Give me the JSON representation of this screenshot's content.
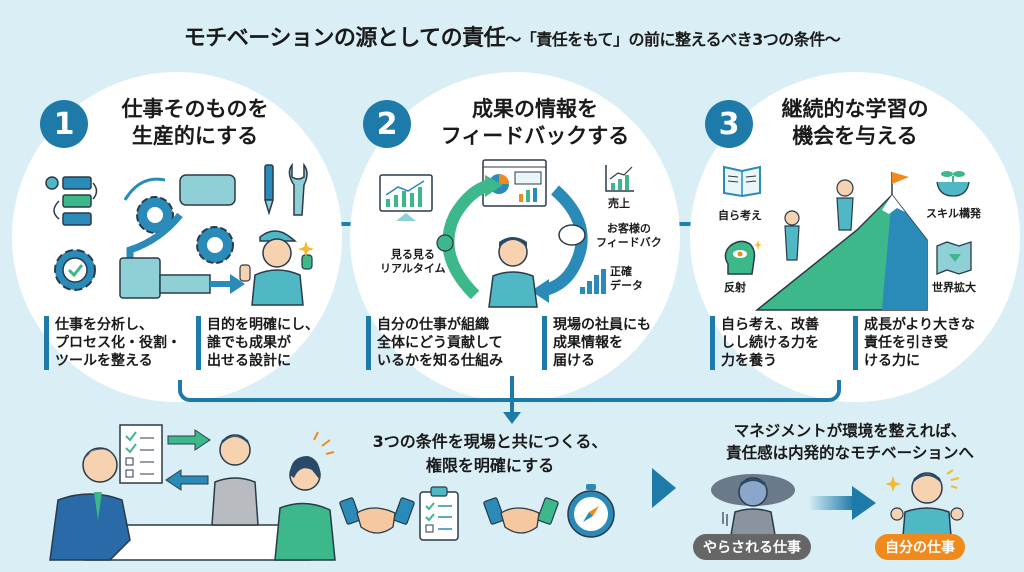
{
  "title": {
    "main": "モチベーションの源としての責任",
    "sub": "〜「責任をもて」の前に整えるべき3つの条件〜"
  },
  "sections": [
    {
      "number": "1",
      "title_line1": "仕事そのものを",
      "title_line2": "生産的にする",
      "points": [
        [
          "仕事を分析し、",
          "プロセス化・役割・",
          "ツールを整える"
        ],
        [
          "目的を明確にし、",
          "誰でも成果が",
          "出せる設計に"
        ]
      ]
    },
    {
      "number": "2",
      "title_line1": "成果の情報を",
      "title_line2": "フィードバックする",
      "icon_labels": {
        "realtime": [
          "見る見る",
          "リアルタイム"
        ],
        "sales": "売上",
        "customer_feedback": [
          "お客様の",
          "フィードバク"
        ],
        "accurate_data": [
          "正確",
          "データ"
        ]
      },
      "points": [
        [
          "自分の仕事が組織",
          "全体にどう貢献して",
          "いるかを知る仕組み"
        ],
        [
          "現場の社員にも",
          "成果情報を",
          "届ける"
        ]
      ]
    },
    {
      "number": "3",
      "title_line1": "継続的な学習の",
      "title_line2": "機会を与える",
      "icon_labels": {
        "think": "自ら考え",
        "reflect": "反射",
        "skill": "スキル構発",
        "world": "世界拡大"
      },
      "points": [
        [
          "自ら考え、改善",
          "しし続ける力を",
          "力を養う"
        ],
        [
          "成長がより大きな",
          "責任を引き受",
          "ける力に"
        ]
      ]
    }
  ],
  "bottom": {
    "center_line1": "3つの条件を現場と共につくる、",
    "center_line2": "権限を明確にする",
    "right_line1": "マネジメントが環境を整えれば、",
    "right_line2": "責任感は内発的なモチベーションへ",
    "before_label": "やらされる仕事",
    "after_label": "自分の仕事"
  },
  "colors": {
    "background": "#d9eff5",
    "accent_blue": "#1e7aa8",
    "accent_green": "#3db88a",
    "accent_orange": "#f08a1c",
    "pill_gray": "#666666"
  }
}
